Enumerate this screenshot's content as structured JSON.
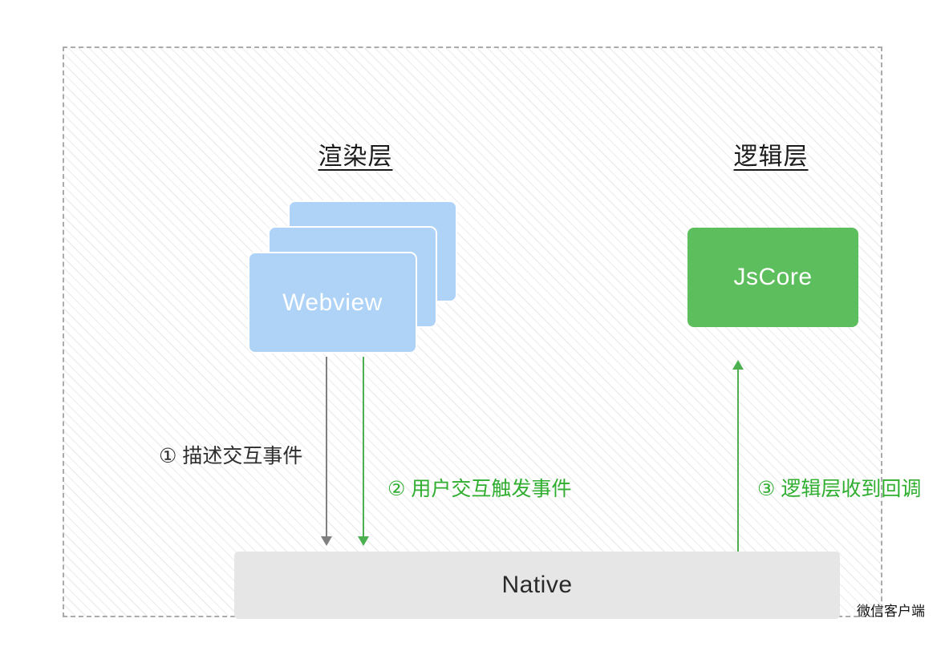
{
  "diagram": {
    "render_layer": {
      "title": "渲染层",
      "webview_label": "Webview"
    },
    "logic_layer": {
      "title": "逻辑层",
      "jscore_label": "JsCore"
    },
    "native": {
      "label": "Native"
    },
    "client_label": "微信客户端",
    "annotations": [
      {
        "label": "① 描述交互事件"
      },
      {
        "label": "② 用户交互触发事件"
      },
      {
        "label": "③ 逻辑层收到回调"
      }
    ],
    "colors": {
      "webview_fill": "#aed3f7",
      "jscore_fill": "#5cbe5c",
      "native_fill": "#e6e6e6",
      "arrow_gray": "#7f7f7f",
      "arrow_green": "#4caf50",
      "text_green": "#2fae2f"
    }
  }
}
